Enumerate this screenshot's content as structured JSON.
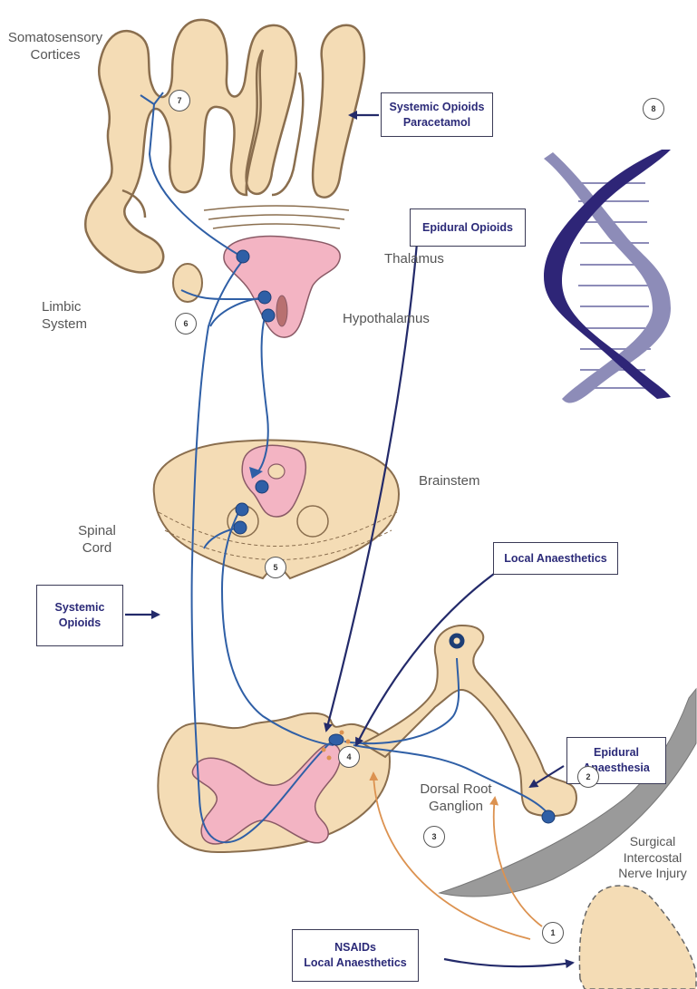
{
  "labels": {
    "somatosensory": "Somatosensory\nCortices",
    "thalamus": "Thalamus",
    "limbic": "Limbic\nSystem",
    "hypothalamus": "Hypothalamus",
    "brainstem": "Brainstem",
    "spinal_cord": "Spinal\nCord",
    "dorsal_root": "Dorsal Root\nGanglion",
    "surgical": "Surgical\nIntercostal\nNerve Injury"
  },
  "boxes": {
    "systemic_opioids_paracetamol": "Systemic Opioids\nParacetamol",
    "epidural_opioids": "Epidural Opioids",
    "local_anaesthetics": "Local Anaesthetics",
    "systemic_opioids": "Systemic\nOpioids",
    "epidural_anaesthesia": "Epidural\nAnaesthesia",
    "nsaids": "NSAIDs\nLocal Anaesthetics"
  },
  "steps": [
    "1",
    "2",
    "3",
    "4",
    "5",
    "6",
    "7",
    "8"
  ],
  "colors": {
    "tissue": "#f4dcb5",
    "tissue_stroke": "#8a6e4e",
    "pink": "#f3b4c3",
    "nerve": "#2f5fa6",
    "arrow_dark": "#232a6a",
    "arrow_orange": "#dc9250",
    "dna_dark": "#2e2577",
    "dna_light": "#8d8cb8",
    "blade": "#9a9a9a"
  }
}
